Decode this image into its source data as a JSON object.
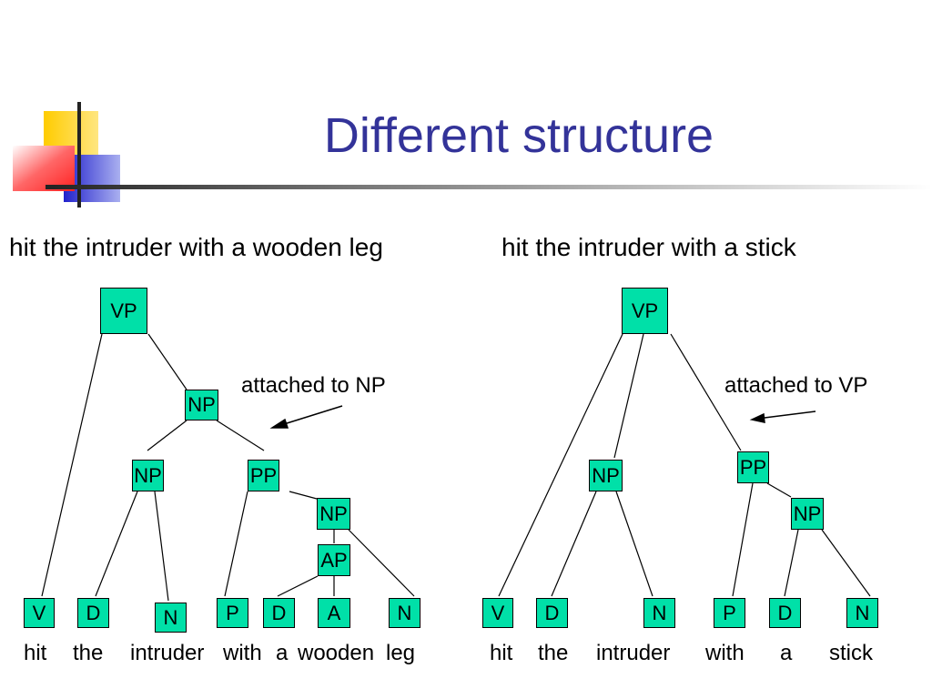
{
  "slide": {
    "title": "Different structure",
    "left": {
      "sentence": "hit the intruder with a wooden leg",
      "note": "attached to NP",
      "nodes": {
        "vp": "VP",
        "np_top": "NP",
        "np_mid": "NP",
        "pp": "PP",
        "np_pp": "NP",
        "ap": "AP",
        "v": "V",
        "d1": "D",
        "n1": "N",
        "p": "P",
        "d2": "D",
        "a": "A",
        "n2": "N"
      },
      "words": {
        "hit": "hit",
        "the": "the",
        "intruder": "intruder",
        "with": "with",
        "a": "a",
        "wooden": "wooden",
        "leg": "leg"
      }
    },
    "right": {
      "sentence": "hit the intruder with a stick",
      "note": "attached to VP",
      "nodes": {
        "vp": "VP",
        "np": "NP",
        "pp": "PP",
        "np_pp": "NP",
        "v": "V",
        "d1": "D",
        "n1": "N",
        "p": "P",
        "d2": "D",
        "n2": "N"
      },
      "words": {
        "hit": "hit",
        "the": "the",
        "intruder": "intruder",
        "with": "with",
        "a": "a",
        "stick": "stick"
      }
    }
  },
  "colors": {
    "title": "#333399",
    "node_fill": "#00e0a8",
    "deco_yellow": "#ffcc00",
    "deco_red": "#ff3333",
    "deco_blue": "#3333cc"
  }
}
